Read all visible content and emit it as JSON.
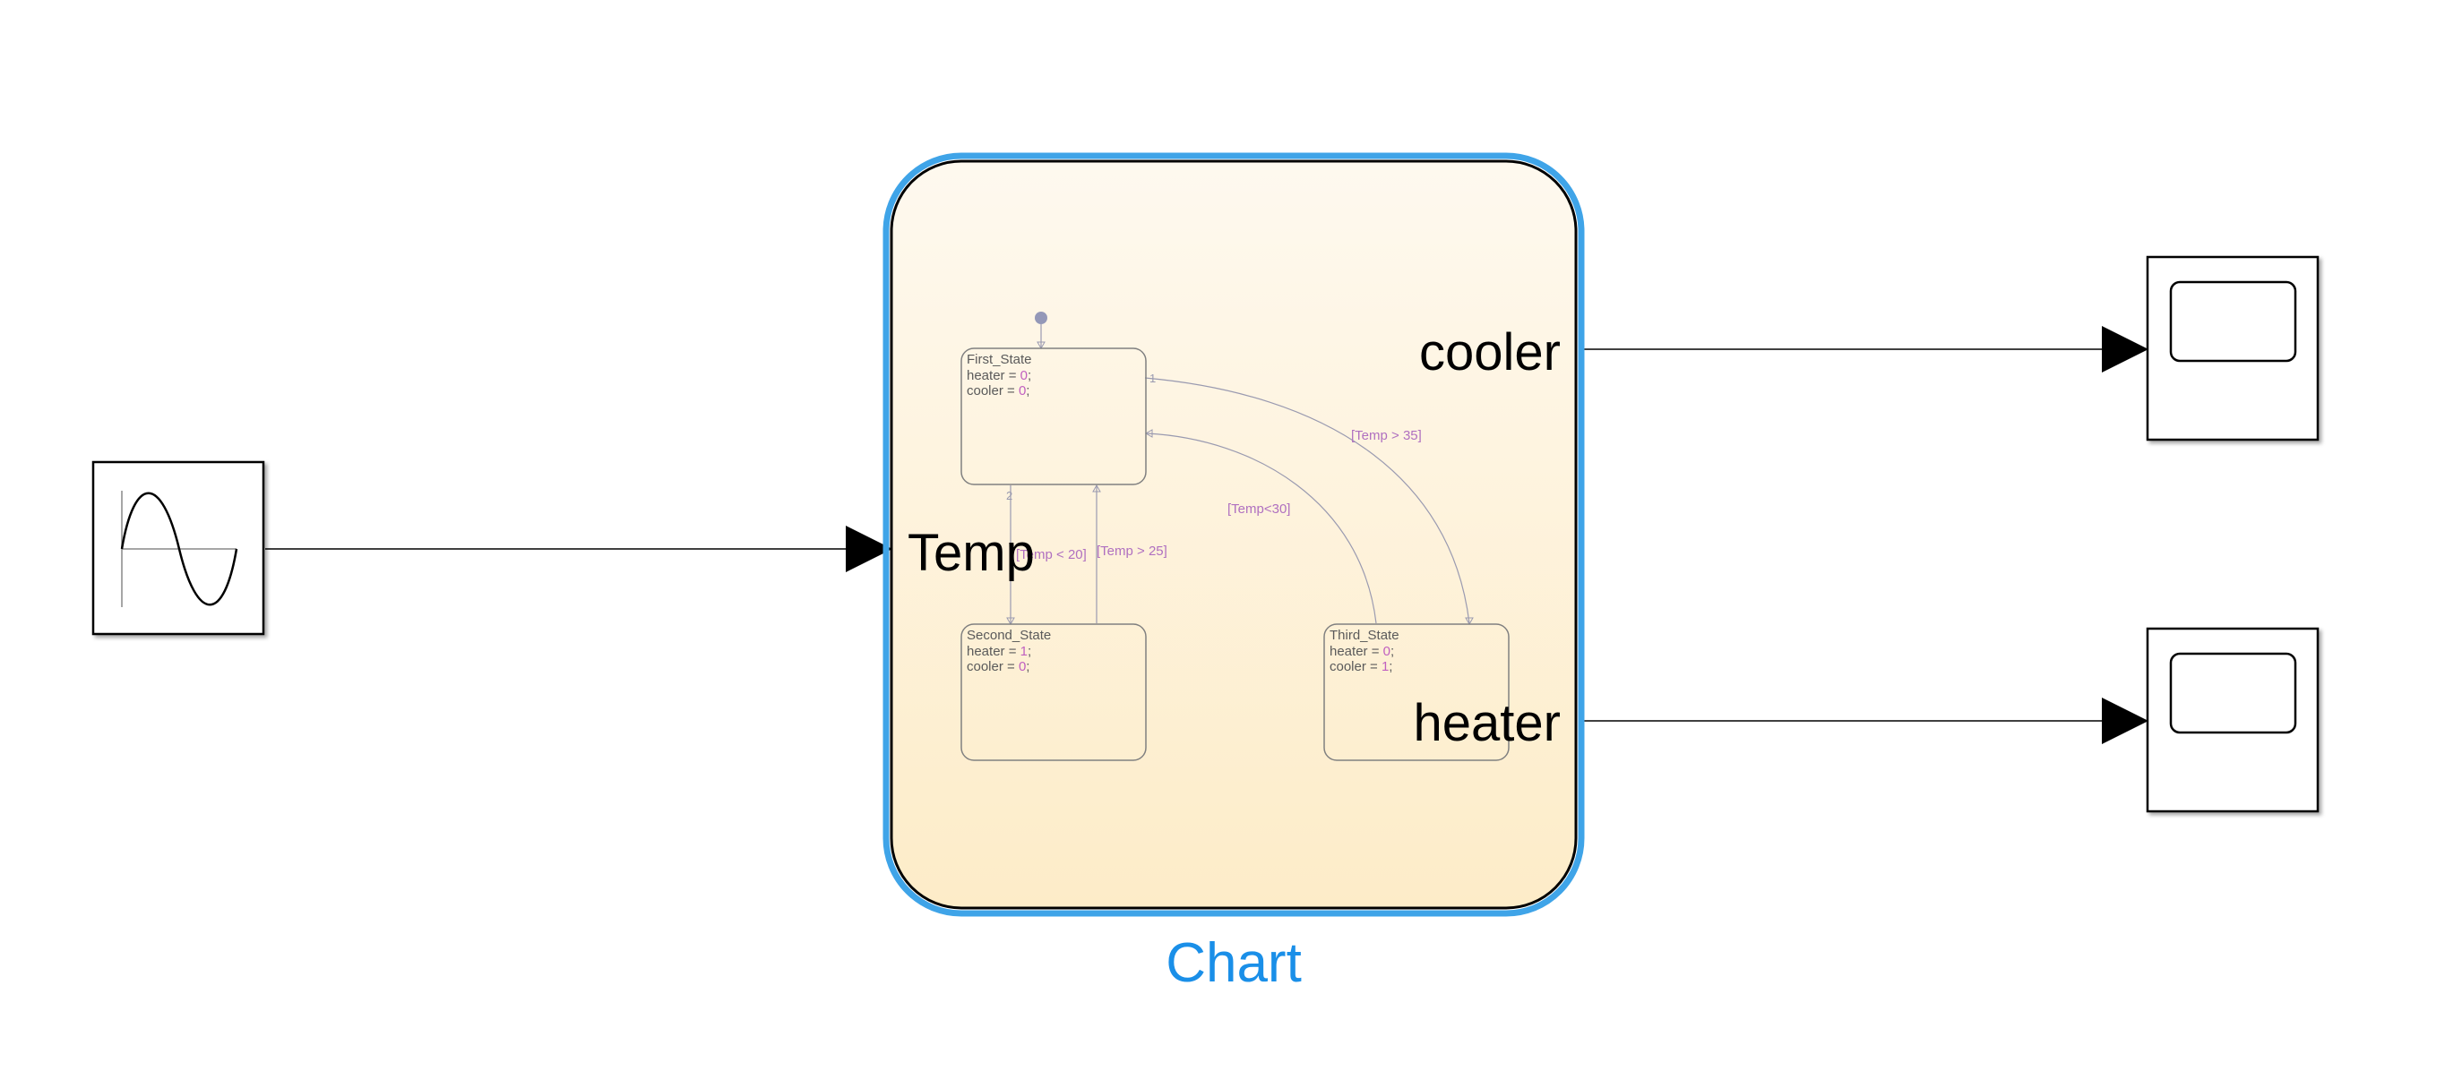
{
  "chart_block": {
    "name": "Chart",
    "ports": {
      "input": "Temp",
      "output_top": "cooler",
      "output_bottom": "heater"
    }
  },
  "states": {
    "first": {
      "name": "First_State",
      "line1_prefix": "heater = ",
      "line1_value": "0",
      "line2_prefix": "cooler = ",
      "line2_value": "0"
    },
    "second": {
      "name": "Second_State",
      "line1_prefix": "heater = ",
      "line1_value": "1",
      "line2_prefix": "cooler = ",
      "line2_value": "0"
    },
    "third": {
      "name": "Third_State",
      "line1_prefix": "heater = ",
      "line1_value": "0",
      "line2_prefix": "cooler = ",
      "line2_value": "1"
    }
  },
  "transitions": {
    "first_to_second": {
      "guard": "[Temp < 20]",
      "order": "2"
    },
    "second_to_first": {
      "guard": "[Temp > 25]"
    },
    "first_to_third": {
      "guard": "[Temp > 35]",
      "order": "1"
    },
    "third_to_first": {
      "guard": "[Temp<30]"
    }
  },
  "blocks": {
    "source": {
      "icon": "sine-wave-icon"
    },
    "scope_top": {
      "icon": "scope-icon"
    },
    "scope_bottom": {
      "icon": "scope-icon"
    }
  },
  "colors": {
    "chart_selection": "#3fa4e8",
    "chart_fill_top": "#fef9ef",
    "chart_fill_bottom": "#fdecc8",
    "block_name": "#1a8fe8",
    "guard_text": "#b070c0"
  }
}
